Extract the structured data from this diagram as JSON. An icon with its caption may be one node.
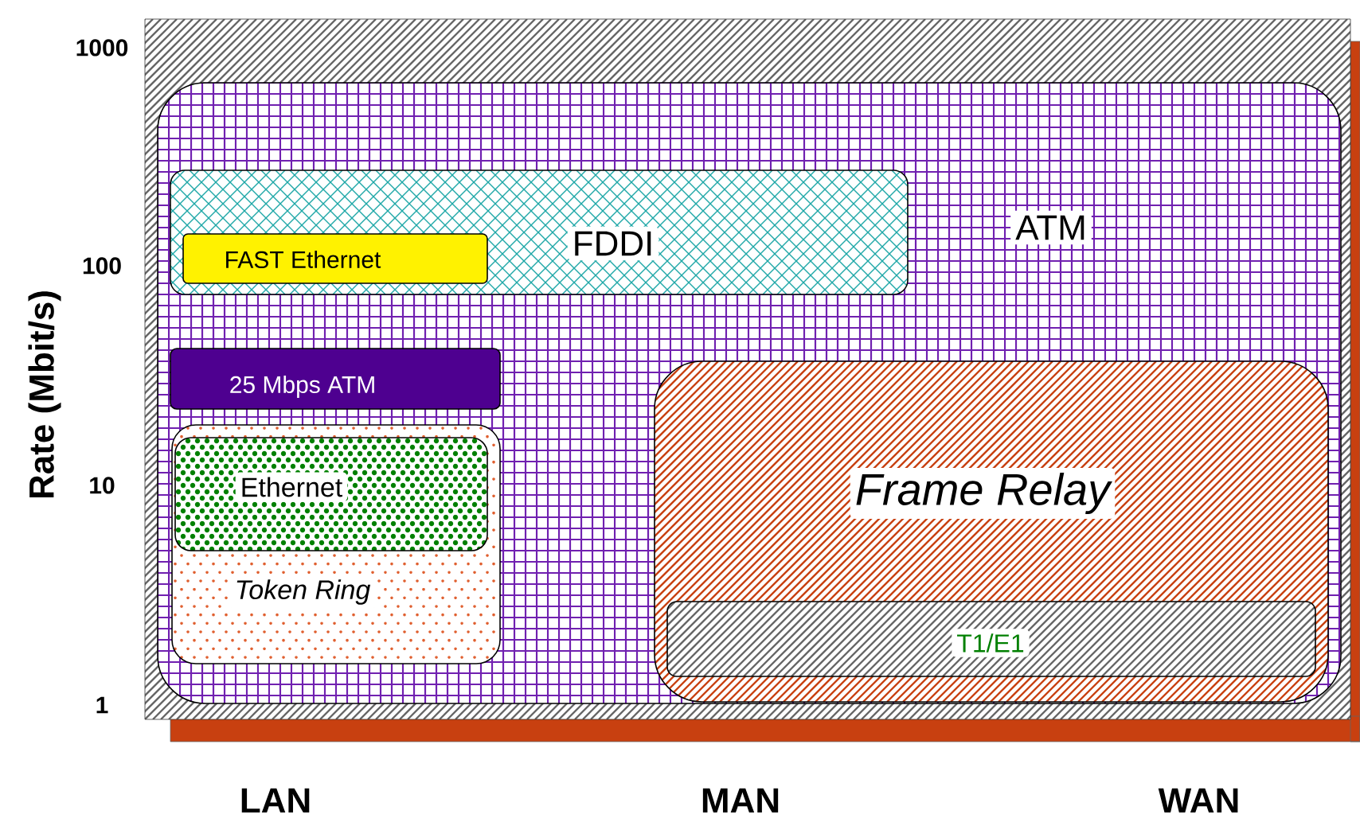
{
  "diagram": {
    "nodes": [
      {
        "text": [
          "ATM"
        ]
      },
      {
        "text": [
          "FDDI"
        ],
        "in": 0
      },
      {
        "text": [
          "FAST Ethernet"
        ],
        "in": 1
      },
      {
        "text": [
          "25 Mbps ATM"
        ],
        "in": 0
      },
      {
        "text": [
          "Token Ring"
        ],
        "in": 0
      },
      {
        "text": [
          "Ethernet"
        ],
        "in": 4
      },
      {
        "text": [
          "Frame Relay"
        ],
        "in": 0
      },
      {
        "text": [
          "T1/E1"
        ],
        "in": 6
      }
    ],
    "labels": [
      "1000",
      "100",
      "10",
      "1",
      "Rate (Mbit/s)",
      "LAN",
      "MAN",
      "WAN"
    ]
  }
}
